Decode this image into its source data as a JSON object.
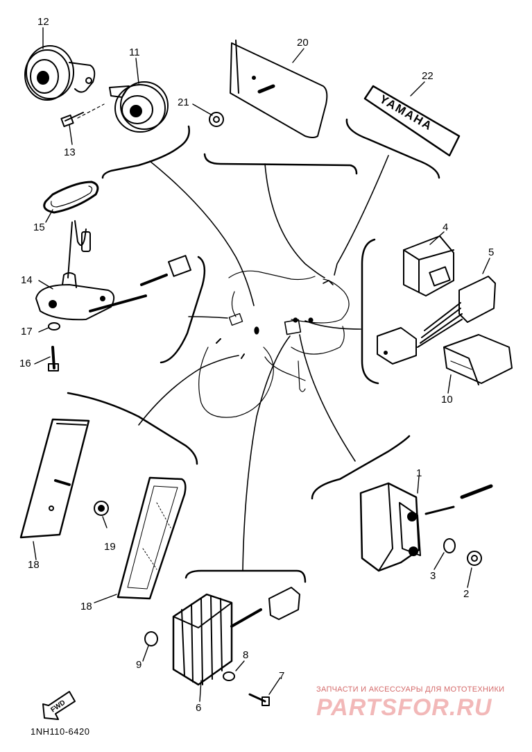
{
  "diagram_code": "1NH110-6420",
  "part_labels": {
    "p1": "1",
    "p2": "2",
    "p3": "3",
    "p4": "4",
    "p5": "5",
    "p6": "6",
    "p7": "7",
    "p8": "8",
    "p9": "9",
    "p10": "10",
    "p11": "11",
    "p12": "12",
    "p13": "13",
    "p14": "14",
    "p15": "15",
    "p16": "16",
    "p17": "17",
    "p18a": "18",
    "p18b": "18",
    "p19": "19",
    "p20": "20",
    "p21": "21",
    "p22": "22"
  },
  "emblem_text": "YAMAHA",
  "fwd_text": "FWD",
  "watermark": {
    "tagline": "ЗАПЧАСТИ И АКСЕССУАРЫ ДЛЯ МОТОТЕХНИКИ",
    "brand": "PARTSFOR.RU"
  }
}
